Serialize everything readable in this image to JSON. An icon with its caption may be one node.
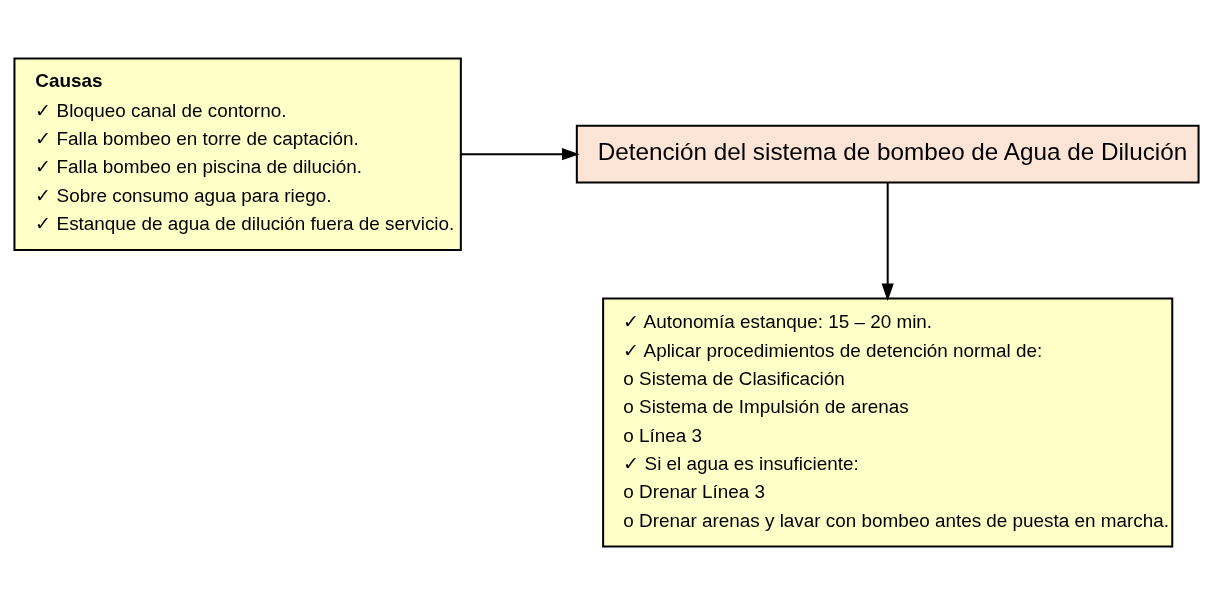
{
  "diagram": {
    "nodes": [
      {
        "text": [
          "Causas",
          "✓ Bloqueo canal de contorno.",
          "✓ Falla bombeo en torre de captación.",
          "✓ Falla bombeo en piscina de dilución.",
          "✓ Sobre consumo agua para riego.",
          "✓ Estanque de agua de dilución fuera de servicio."
        ]
      },
      {
        "text": [
          "Detención del sistema de bombeo de Agua de Dilución"
        ]
      },
      {
        "text": [
          "✓ Autonomía estanque: 15 – 20 min.",
          "✓ Aplicar procedimientos de detención normal de:",
          "o Sistema de Clasificación",
          "o Sistema de Impulsión de arenas",
          "o Línea 3",
          "✓ Si el agua es insuficiente:",
          "o Drenar Línea 3",
          "o Drenar arenas y lavar con bombeo antes de puesta en marcha."
        ]
      }
    ],
    "edges": [
      {
        "from": 0,
        "to": 1,
        "arrow": "to"
      },
      {
        "from": 1,
        "to": 2,
        "arrow": "to"
      }
    ]
  }
}
